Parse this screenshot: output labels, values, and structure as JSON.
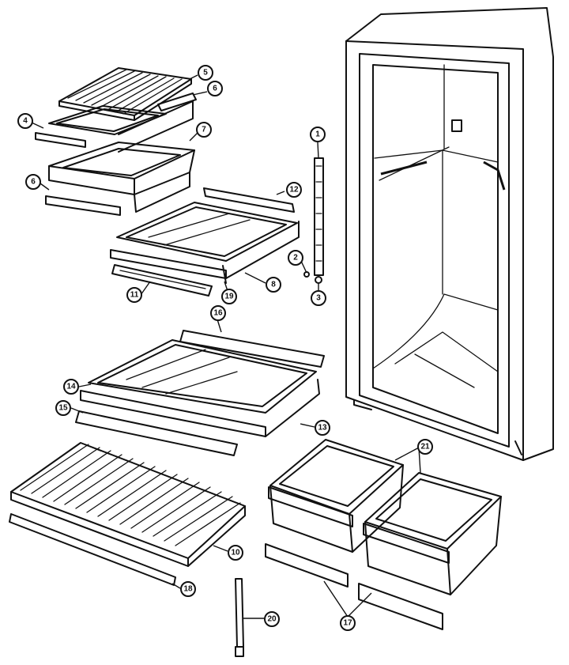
{
  "callouts": [
    {
      "id": "c1",
      "label": "1"
    },
    {
      "id": "c2",
      "label": "2"
    },
    {
      "id": "c3",
      "label": "3"
    },
    {
      "id": "c4",
      "label": "4"
    },
    {
      "id": "c5",
      "label": "5"
    },
    {
      "id": "c6a",
      "label": "6"
    },
    {
      "id": "c6b",
      "label": "6"
    },
    {
      "id": "c7",
      "label": "7"
    },
    {
      "id": "c8",
      "label": "8"
    },
    {
      "id": "c10",
      "label": "10"
    },
    {
      "id": "c11",
      "label": "11"
    },
    {
      "id": "c12",
      "label": "12"
    },
    {
      "id": "c13",
      "label": "13"
    },
    {
      "id": "c14",
      "label": "14"
    },
    {
      "id": "c15",
      "label": "15"
    },
    {
      "id": "c16",
      "label": "16"
    },
    {
      "id": "c17",
      "label": "17"
    },
    {
      "id": "c18",
      "label": "18"
    },
    {
      "id": "c19",
      "label": "19"
    },
    {
      "id": "c20",
      "label": "20"
    },
    {
      "id": "c21",
      "label": "21"
    }
  ]
}
